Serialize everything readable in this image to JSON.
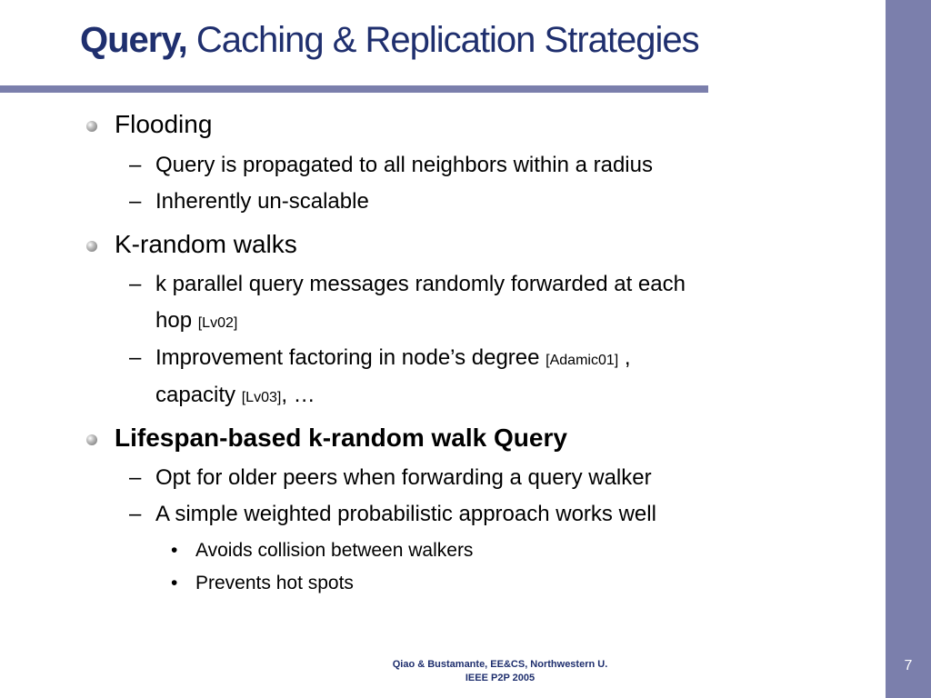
{
  "slide": {
    "title_bold": "Query,",
    "title_rest": " Caching & Replication Strategies"
  },
  "bullets": [
    {
      "text": "Flooding",
      "sub": [
        "Query is propagated to all neighbors within a radius",
        "Inherently un-scalable"
      ]
    },
    {
      "text": "K-random walks",
      "sub": [
        {
          "line1": "k parallel query messages randomly forwarded at each",
          "line2": "hop",
          "ref": "[Lv02]"
        },
        {
          "line1": "Improvement factoring in node’s degree",
          "ref1": "[Adamic01]",
          "sep": " ,",
          "line2": "capacity",
          "ref2": "[Lv03]",
          "tail": ", …"
        }
      ]
    },
    {
      "text": "Lifespan-based k-random walk Query",
      "sub": [
        "Opt for older peers when forwarding a query walker",
        "A simple weighted probabilistic approach works well"
      ],
      "subsub": [
        "Avoids collision between walkers",
        "Prevents hot spots"
      ]
    }
  ],
  "markers": {
    "dash": "–",
    "dot": "•"
  },
  "footer": {
    "line1": "Qiao & Bustamante, EE&CS, Northwestern U.",
    "line2": "IEEE P2P 2005"
  },
  "page_number": "7",
  "colors": {
    "accent": "#7b7fac",
    "title": "#1f2f6e"
  }
}
